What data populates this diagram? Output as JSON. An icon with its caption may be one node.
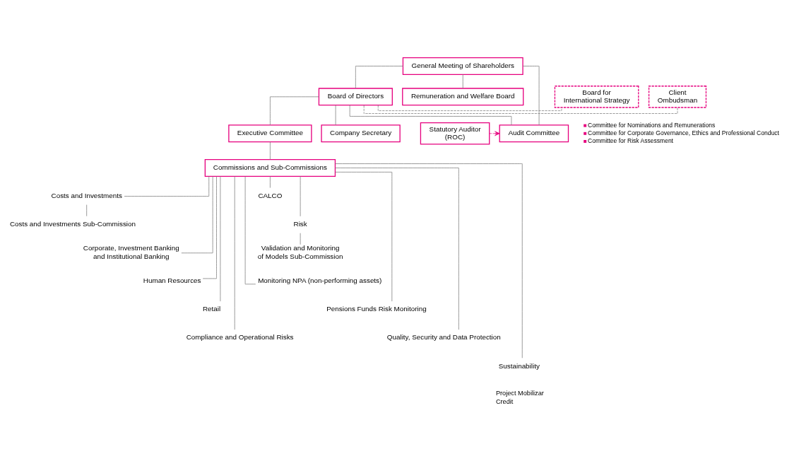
{
  "diagram": {
    "nodes": [
      {
        "text": [
          "General Meeting of Shareholders"
        ]
      },
      {
        "text": [
          "Remuneration and Welfare Board"
        ]
      },
      {
        "text": [
          "Board for International Strategy"
        ]
      },
      {
        "text": [
          "Board of Directors"
        ]
      },
      {
        "text": [
          "Client Ombudsman"
        ]
      },
      {
        "text": [
          "Statutory Auditor (ROC)"
        ]
      },
      {
        "text": [
          "Audit Committee"
        ]
      },
      {
        "text": [
          "Executive Committee"
        ]
      },
      {
        "text": [
          "Company Secretary"
        ]
      },
      {
        "text": [
          "Commissions and Sub-Commissions"
        ]
      },
      {
        "text": [
          "Costs and Investments"
        ]
      },
      {
        "text": [
          "Costs and Investments Sub-Commission"
        ]
      },
      {
        "text": [
          "Corporate, Investment Banking and Institutional Banking"
        ]
      },
      {
        "text": [
          "Human Resources"
        ]
      },
      {
        "text": [
          "Retail"
        ]
      },
      {
        "text": [
          "Compliance and Operational Risks"
        ]
      },
      {
        "text": [
          "CALCO"
        ]
      },
      {
        "text": [
          "Risk"
        ]
      },
      {
        "text": [
          "Validation and Monitoring of Models Sub-Commission"
        ]
      },
      {
        "text": [
          "Monitoring NPA (non-performing assets)"
        ]
      },
      {
        "text": [
          "Pensions Funds Risk Monitoring"
        ]
      },
      {
        "text": [
          "Quality, Security and Data Protection"
        ]
      },
      {
        "text": [
          "Sustainability"
        ]
      }
    ],
    "edges": [
      {
        "from": 0,
        "to": 1,
        "arrow": "none"
      },
      {
        "from": 0,
        "to": 3,
        "arrow": "none"
      },
      {
        "from": 0,
        "to": 6,
        "arrow": "none"
      },
      {
        "from": 3,
        "to": 2,
        "arrow": "none",
        "style": "dashed"
      },
      {
        "from": 3,
        "to": 4,
        "arrow": "none",
        "style": "dashed"
      },
      {
        "from": 3,
        "to": 6,
        "arrow": "none"
      },
      {
        "from": 5,
        "to": 6,
        "arrow": "to",
        "style": "dashed",
        "color": "#e6007e"
      },
      {
        "from": 3,
        "to": 7,
        "arrow": "none"
      },
      {
        "from": 3,
        "to": 8,
        "arrow": "none"
      },
      {
        "from": 7,
        "to": 9,
        "arrow": "none"
      },
      {
        "from": 9,
        "to": 10,
        "arrow": "none"
      },
      {
        "from": 10,
        "to": 11,
        "arrow": "none"
      },
      {
        "from": 9,
        "to": 12,
        "arrow": "none"
      },
      {
        "from": 9,
        "to": 13,
        "arrow": "none"
      },
      {
        "from": 9,
        "to": 14,
        "arrow": "none"
      },
      {
        "from": 9,
        "to": 15,
        "arrow": "none"
      },
      {
        "from": 9,
        "to": 16,
        "arrow": "none"
      },
      {
        "from": 9,
        "to": 17,
        "arrow": "none"
      },
      {
        "from": 17,
        "to": 18,
        "arrow": "none"
      },
      {
        "from": 9,
        "to": 19,
        "arrow": "none"
      },
      {
        "from": 9,
        "to": 20,
        "arrow": "none"
      },
      {
        "from": 9,
        "to": 21,
        "arrow": "none"
      },
      {
        "from": 9,
        "to": 22,
        "arrow": "none"
      }
    ],
    "labels": [
      "Committee for Nominations and Remunerations",
      "Committee for Corporate Governance, Ethics and Professional Conduct",
      "Committee for Risk Assessment",
      "Project Mobilizar",
      "Credit"
    ]
  }
}
